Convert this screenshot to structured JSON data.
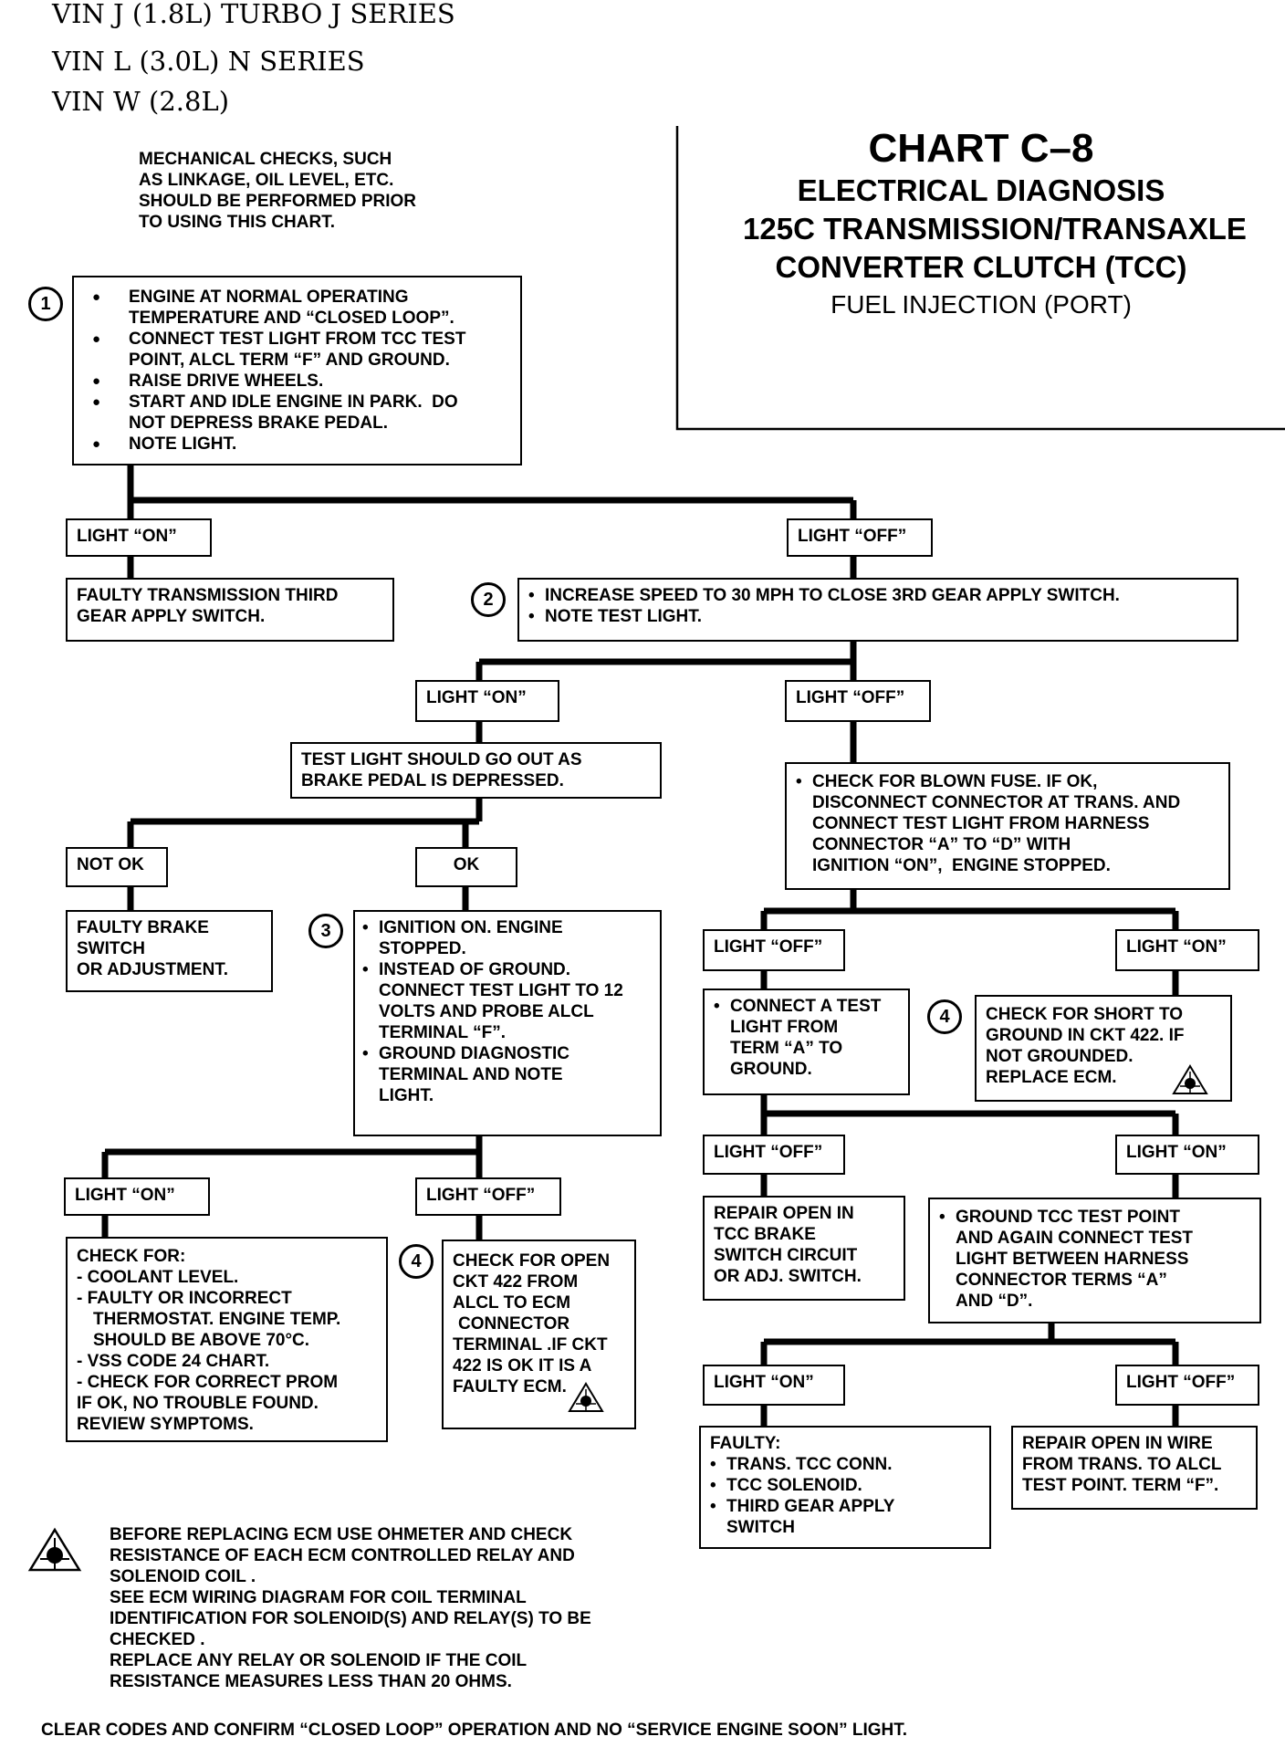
{
  "header": {
    "vin_lines": [
      "VIN J (1.8L) TURBO J SERIES",
      "VIN L (3.0L) N SERIES",
      "VIN W (2.8L)"
    ]
  },
  "title": {
    "chart": "CHART C–8",
    "line1": "ELECTRICAL DIAGNOSIS",
    "line2": "125C TRANSMISSION/TRANSAXLE",
    "line3": "CONVERTER CLUTCH (TCC)",
    "line4": "FUEL INJECTION (PORT)"
  },
  "intro_note": [
    "MECHANICAL CHECKS, SUCH",
    "AS LINKAGE, OIL LEVEL, ETC.",
    "SHOULD BE PERFORMED PRIOR",
    "TO USING THIS CHART."
  ],
  "steps": {
    "s1": "1",
    "s2": "2",
    "s3": "3",
    "s4a": "4",
    "s4b": "4"
  },
  "box1": {
    "b1": "ENGINE AT NORMAL OPERATING",
    "b1b": "TEMPERATURE AND “CLOSED LOOP”.",
    "b2": "CONNECT TEST LIGHT FROM TCC TEST",
    "b2b": "POINT, ALCL TERM “F” AND GROUND.",
    "b3": "RAISE DRIVE WHEELS.",
    "b4": "START AND IDLE ENGINE IN PARK.  DO",
    "b4b": "NOT DEPRESS BRAKE PEDAL.",
    "b5": "NOTE LIGHT."
  },
  "labels": {
    "on": "LIGHT “ON”",
    "off": "LIGHT “OFF”",
    "not_ok": "NOT OK",
    "ok": "OK"
  },
  "boxes": {
    "third_gear": [
      "FAULTY TRANSMISSION THIRD",
      "GEAR APPLY SWITCH."
    ],
    "step2": [
      "INCREASE SPEED TO 30 MPH TO CLOSE 3RD GEAR APPLY SWITCH.",
      "NOTE TEST LIGHT."
    ],
    "brake_pedal": [
      "TEST LIGHT SHOULD GO OUT AS",
      "BRAKE PEDAL IS DEPRESSED."
    ],
    "blown_fuse": [
      "CHECK FOR BLOWN FUSE. IF OK,",
      "DISCONNECT CONNECTOR AT TRANS. AND",
      "CONNECT TEST LIGHT FROM HARNESS",
      "CONNECTOR “A” TO “D” WITH",
      "IGNITION “ON”,  ENGINE STOPPED."
    ],
    "faulty_brake": [
      "FAULTY BRAKE",
      "SWITCH",
      "OR ADJUSTMENT."
    ],
    "step3": [
      "IGNITION ON. ENGINE",
      "STOPPED.",
      "INSTEAD OF GROUND.",
      "CONNECT TEST LIGHT TO 12",
      "VOLTS AND PROBE ALCL",
      "TERMINAL “F”.",
      "GROUND DIAGNOSTIC",
      "TERMINAL AND NOTE",
      "LIGHT."
    ],
    "connect_test": [
      "CONNECT A TEST",
      "LIGHT FROM",
      "TERM “A” TO",
      "GROUND."
    ],
    "short_ground": [
      "CHECK FOR SHORT TO",
      "GROUND IN CKT 422. IF",
      "NOT GROUNDED.",
      "REPLACE ECM."
    ],
    "check_for": [
      "CHECK FOR:",
      "- COOLANT LEVEL.",
      "- FAULTY OR INCORRECT",
      "THERMOSTAT. ENGINE TEMP.",
      "SHOULD BE ABOVE 70°C.",
      "- VSS CODE 24 CHART.",
      "- CHECK FOR CORRECT PROM",
      "IF OK, NO TROUBLE FOUND.",
      "REVIEW SYMPTOMS."
    ],
    "open_422": [
      "CHECK FOR OPEN",
      "CKT 422 FROM",
      "ALCL TO ECM",
      "CONNECTOR",
      "TERMINAL .IF CKT",
      "422 IS OK IT IS A",
      "FAULTY ECM."
    ],
    "repair_brake": [
      "REPAIR OPEN IN",
      "TCC BRAKE",
      "SWITCH CIRCUIT",
      "OR ADJ. SWITCH."
    ],
    "ground_tcc": [
      "GROUND TCC TEST POINT",
      "AND AGAIN CONNECT TEST",
      "LIGHT BETWEEN HARNESS",
      "CONNECTOR TERMS “A”",
      "AND “D”."
    ],
    "faulty_list": [
      "FAULTY:",
      "TRANS. TCC CONN.",
      "TCC SOLENOID.",
      "THIRD GEAR APPLY",
      "SWITCH"
    ],
    "repair_wire": [
      "REPAIR OPEN IN WIRE",
      "FROM TRANS. TO ALCL",
      "TEST POINT. TERM “F”."
    ]
  },
  "footer_note": [
    "BEFORE REPLACING ECM USE OHMETER AND CHECK",
    "RESISTANCE OF EACH ECM CONTROLLED RELAY AND",
    "SOLENOID COIL .",
    "SEE ECM WIRING DIAGRAM FOR COIL TERMINAL",
    "IDENTIFICATION FOR SOLENOID(S) AND RELAY(S) TO BE",
    "CHECKED .",
    "REPLACE ANY RELAY OR SOLENOID IF THE COIL",
    "RESISTANCE MEASURES LESS THAN 20 OHMS."
  ],
  "bottom_line": "CLEAR CODES AND CONFIRM “CLOSED LOOP” OPERATION AND NO “SERVICE ENGINE SOON” LIGHT.",
  "icons": {
    "warning": "ecm-warning-triangle-icon"
  }
}
